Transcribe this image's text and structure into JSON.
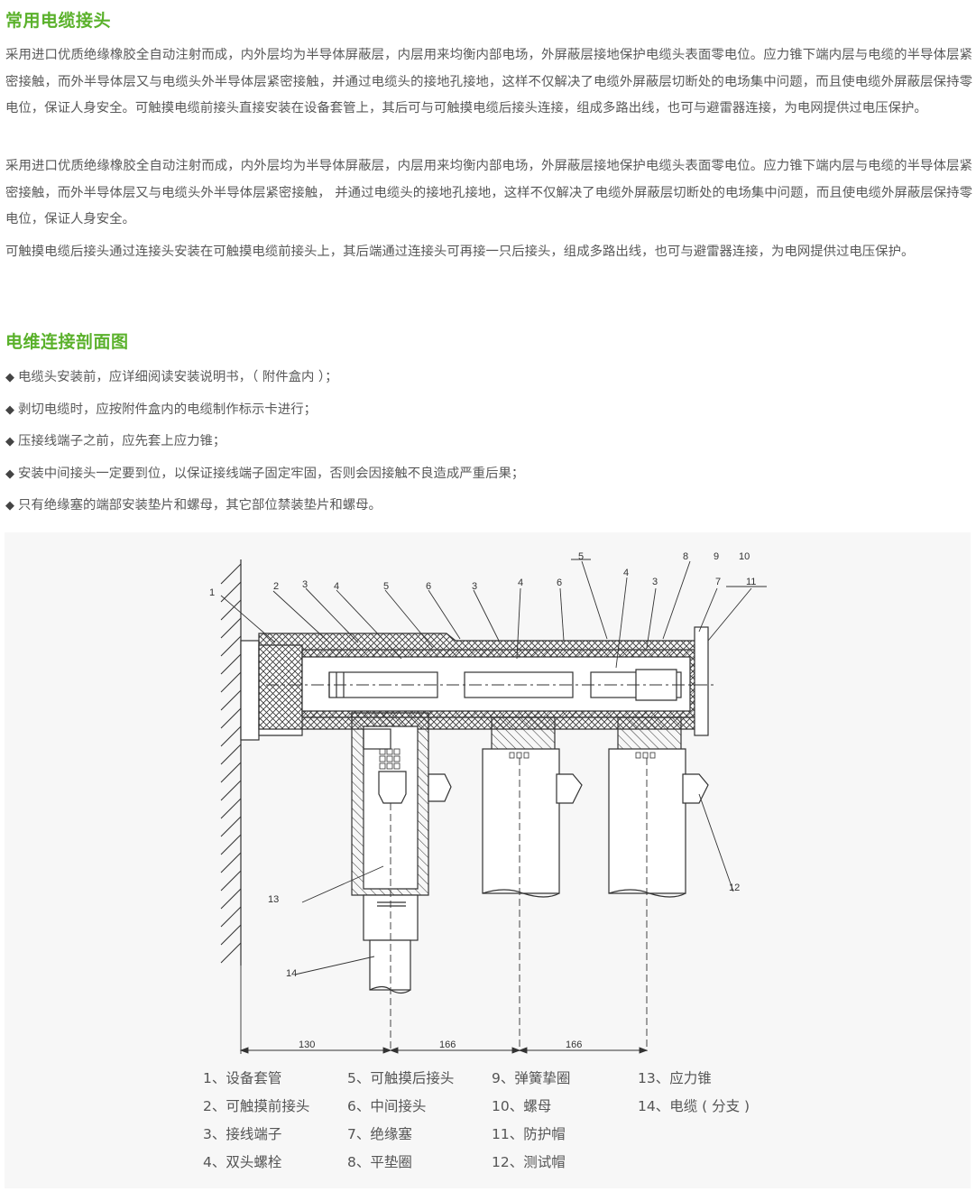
{
  "section1": {
    "title": "常用电缆接头",
    "paragraphs": [
      "采用进口优质绝缘橡胶全自动注射而成，内外层均为半导体屏蔽层，内层用来均衡内部电场，外屏蔽层接地保护电缆头表面零电位。应力锥下端内层与电缆的半导体层紧密接触，而外半导体层又与电缆头外半导体层紧密接触，并通过电缆头的接地孔接地，这样不仅解决了电缆外屏蔽层切断处的电场集中问题，而且使电缆外屏蔽层保持零电位，保证人身安全。可触摸电缆前接头直接安装在设备套管上，其后可与可触摸电缆后接头连接，组成多路出线，也可与避雷器连接，为电网提供过电压保护。",
      "采用进口优质绝缘橡胶全自动注射而成，内外层均为半导体屏蔽层，内层用来均衡内部电场，外屏蔽层接地保护电缆头表面零电位。应力锥下端内层与电缆的半导体层紧密接触，而外半导体层又与电缆头外半导体层紧密接触， 并通过电缆头的接地孔接地，这样不仅解决了电缆外屏蔽层切断处的电场集中问题，而且使电缆外屏蔽层保持零电位，保证人身安全。",
      "可触摸电缆后接头通过连接头安装在可触摸电缆前接头上，其后端通过连接头可再接一只后接头，组成多路出线，也可与避雷器连接，为电网提供过电压保护。"
    ]
  },
  "section2": {
    "title": "电维连接剖面图",
    "bullet_symbol": "◆",
    "bullets": [
      "电缆头安装前，应详细阅读安装说明书，（ 附件盒内 ）；",
      "剥切电缆时，应按附件盒内的电缆制作标示卡进行；",
      "压接线端子之前，应先套上应力锥；",
      "安装中间接头一定要到位，以保证接线端子固定牢固，否则会因接触不良造成严重后果；",
      "只有绝缘塞的端部安装垫片和螺母，其它部位禁装垫片和螺母。"
    ]
  },
  "figure": {
    "callouts": [
      "1",
      "2",
      "3",
      "4",
      "5",
      "6",
      "3",
      "4",
      "6",
      "5",
      "4",
      "3",
      "8",
      "9",
      "10",
      "7",
      "11",
      "12",
      "13",
      "14"
    ],
    "dimensions": [
      "130",
      "166",
      "166"
    ],
    "legend": [
      "1、设备套管",
      "2、可触摸前接头",
      "3、接线端子",
      "4、双头螺栓",
      "5、可触摸后接头",
      "6、中间接头",
      "7、绝缘塞",
      "8、平垫圈",
      "9、弹簧挚圈",
      "10、螺母",
      "11、防护帽",
      "12、测试帽",
      "13、应力锥",
      "14、电缆 ( 分支 )"
    ],
    "colors": {
      "title_green": "#5ab12b",
      "figure_bg": "#f7f7f7",
      "line": "#333333"
    }
  }
}
